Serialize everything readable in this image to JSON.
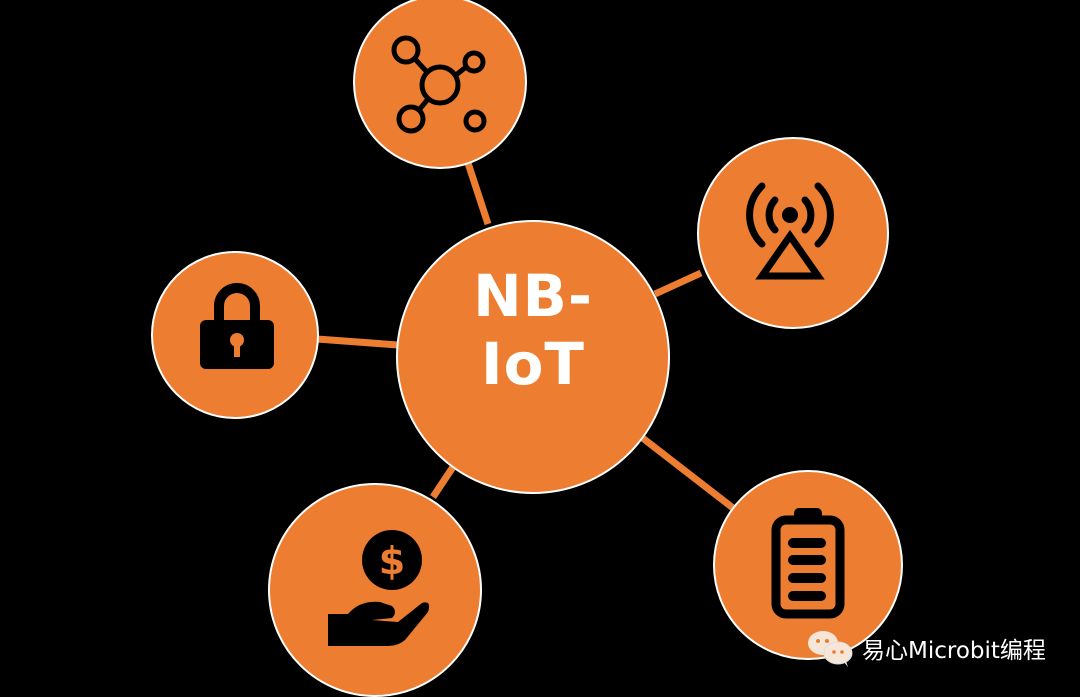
{
  "center": {
    "line1": "NB-",
    "line2": "IoT"
  },
  "nodes": [
    {
      "id": "network",
      "icon": "network-hub-icon"
    },
    {
      "id": "antenna",
      "icon": "signal-tower-icon"
    },
    {
      "id": "security",
      "icon": "padlock-icon"
    },
    {
      "id": "low-cost",
      "icon": "hand-coin-dollar-icon"
    },
    {
      "id": "battery",
      "icon": "battery-full-icon"
    }
  ],
  "watermark": {
    "icon": "wechat-icon",
    "text": "易心Microbit编程"
  },
  "colors": {
    "orange": "#ED7D31",
    "rim": "#FFFFFF",
    "icon": "#000000",
    "background": "#000000"
  }
}
